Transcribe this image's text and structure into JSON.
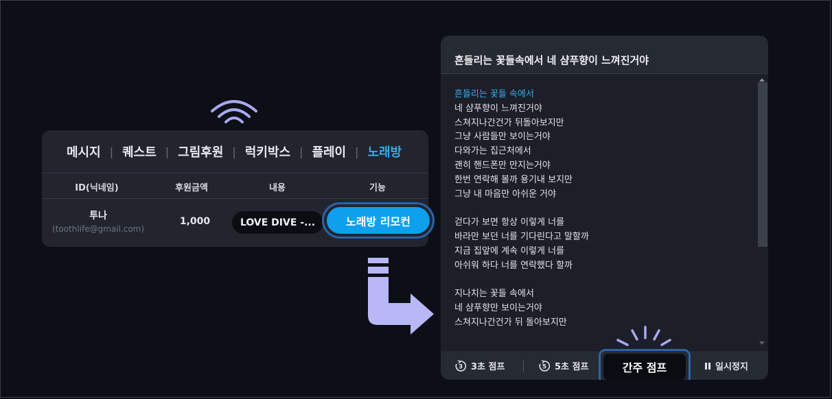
{
  "tabs": [
    {
      "label": "메시지"
    },
    {
      "label": "퀘스트"
    },
    {
      "label": "그림후원"
    },
    {
      "label": "럭키박스"
    },
    {
      "label": "플레이"
    },
    {
      "label": "노래방"
    }
  ],
  "active_tab": "노래방",
  "separator": "|",
  "table": {
    "headers": [
      "ID(닉네임)",
      "후원금액",
      "내용",
      "기능"
    ],
    "row": {
      "name": "투나",
      "email": "(toothlife@gmail.com)",
      "amount": "1,000",
      "song": "LOVE DIVE -...",
      "action_label": "노래방 리모컨"
    }
  },
  "lyrics_panel": {
    "title": "흔들리는 꽃들속에서 네 샴푸향이 느껴진거야",
    "lines": [
      [
        "흔들리는 꽃들 속에서",
        "네 샴푸향이 느껴진거야",
        "스쳐지나간건가 뒤돌아보지만",
        "그냥 사람들만 보이는거야",
        "다와가는 집근처에서",
        "괜히 핸드폰만 만지는거야",
        "한번 연락해 볼까 용기내 보지만",
        "그냥 내 마음만 아쉬운 거야"
      ],
      [
        "걷다가 보면 항상 이렇게 너를",
        "바라만 보던 너를 기다린다고 말할까",
        "지금 집앞에 계속 이렇게 너를",
        "아쉬워 하다 너를 연락했다 할까"
      ],
      [
        "지나치는 꽃들 속에서",
        "네 샴푸향만 보이는거야",
        "스쳐지나간건가 뒤 돌아보지만"
      ]
    ],
    "highlight_color": "#3aa9ef"
  },
  "controls": {
    "jump3": {
      "icon_number": "3",
      "label": "3초 점프"
    },
    "jump5": {
      "icon_number": "5",
      "label": "5초 점프"
    },
    "intro_jump": "간주 점프",
    "pause": "일시정지"
  },
  "colors": {
    "accent": "#0ea0ec",
    "highlight_border": "#2d63a8",
    "arrow": "#b7b8f5"
  }
}
